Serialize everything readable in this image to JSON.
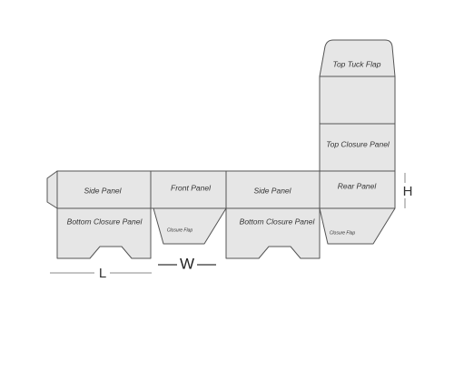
{
  "labels": {
    "side_panel_left": "Side Panel",
    "front_panel": "Front Panel",
    "side_panel_right": "Side Panel",
    "rear_panel": "Rear Panel",
    "bottom_closure_left": "Bottom Closure Panel",
    "bottom_closure_right": "Bottom Closure Panel",
    "closure_flap_front": "Closure Flap",
    "closure_flap_rear": "Closure Flap",
    "top_closure_panel": "Top Closure Panel",
    "top_tuck_flap": "Top Tuck Flap"
  },
  "dimensions": {
    "length": "L",
    "width": "W",
    "height": "H"
  },
  "colors": {
    "panel_fill": "#e6e6e6",
    "stroke": "#555555"
  }
}
